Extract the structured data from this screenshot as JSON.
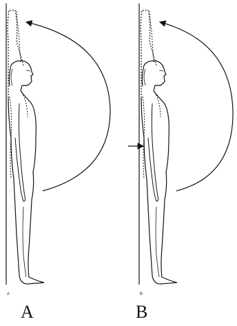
{
  "panels": [
    {
      "small_label": "A",
      "caption": "A"
    },
    {
      "small_label": "B",
      "caption": "B"
    }
  ],
  "colors": {
    "ink": "#111111",
    "paper": "#ffffff"
  }
}
